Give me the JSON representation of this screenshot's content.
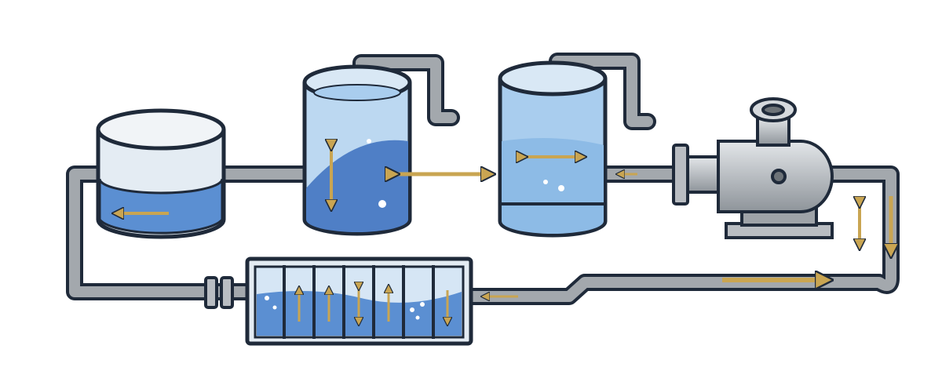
{
  "colors": {
    "outline": "#1f2a3a",
    "pipe": "#9ea3a8",
    "pipe_light": "#c9cdd1",
    "water_dark": "#4f7fc6",
    "water_light": "#a9cdee",
    "tank_glass": "#e4ecf3",
    "arrow": "#c9a552",
    "metal": "#b9bdc2"
  },
  "components": [
    {
      "name": "open-tank",
      "icon": "tank-icon"
    },
    {
      "name": "settling-tank",
      "icon": "tank-icon"
    },
    {
      "name": "storage-tank",
      "icon": "tank-icon"
    },
    {
      "name": "pump",
      "icon": "pump-icon"
    },
    {
      "name": "filter-unit",
      "icon": "filter-icon"
    }
  ]
}
